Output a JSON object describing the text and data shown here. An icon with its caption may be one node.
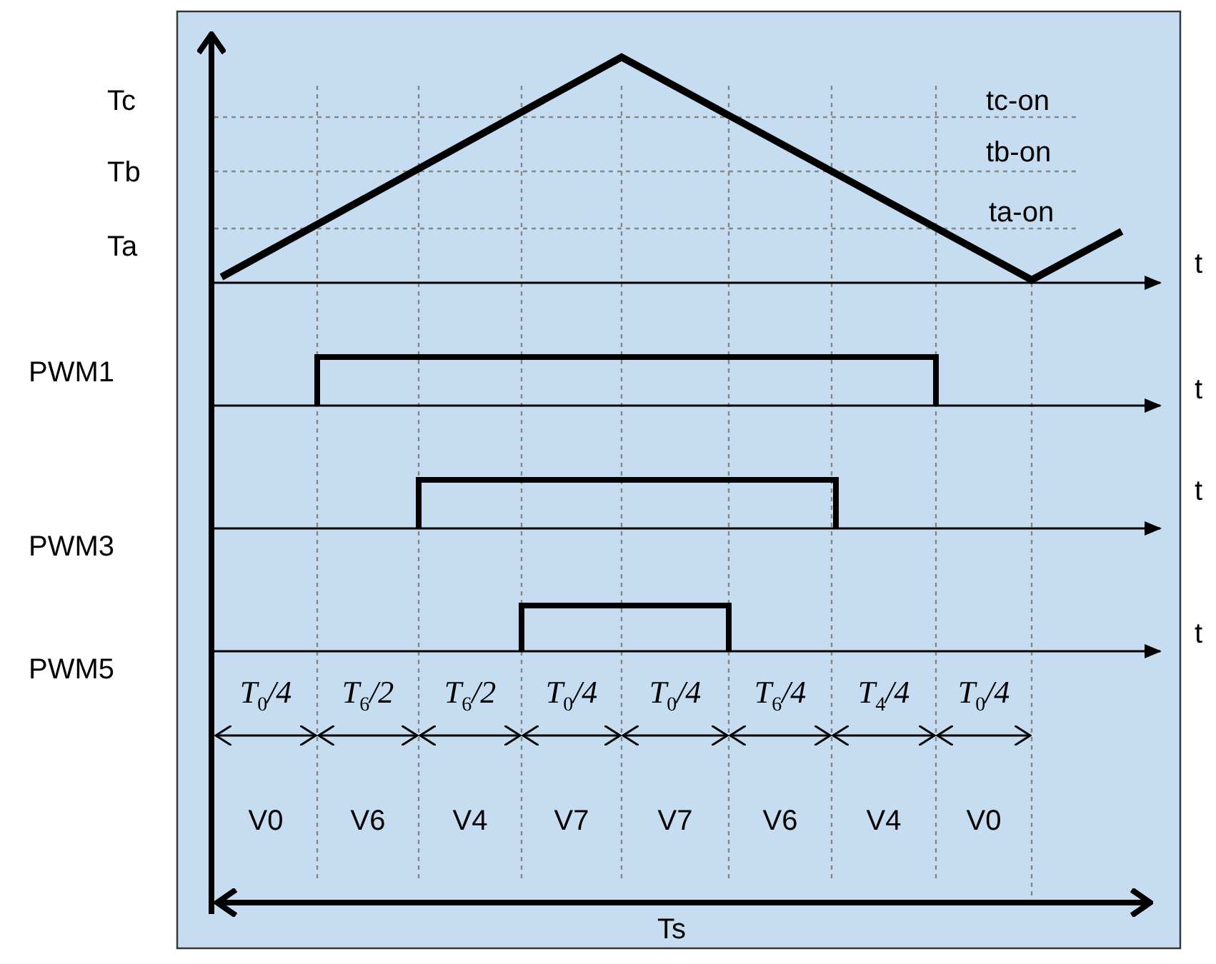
{
  "diagram": {
    "labels": [
      "Tc",
      "tc-on",
      "Tb",
      "tb-on",
      "ta-on",
      "Ta",
      "t",
      "PWM1",
      "t",
      "t",
      "PWM3",
      "t",
      "PWM5",
      "T$_{0}$/4",
      "T$_{6}$/2",
      "T$_{6}$/2",
      "T$_{0}$/4",
      "T$_{0}$/4",
      "T$_{6}$/4",
      "T$_{4}$/4",
      "T$_{0}$/4",
      "V0",
      "V6",
      "V4",
      "V7",
      "V7",
      "V6",
      "V4",
      "V0",
      "Ts"
    ]
  }
}
